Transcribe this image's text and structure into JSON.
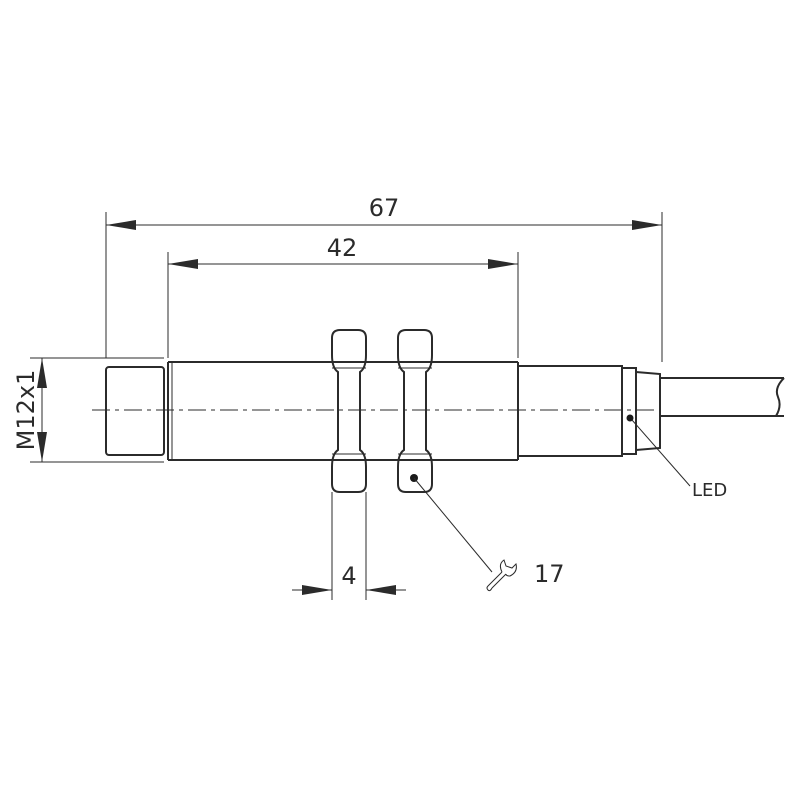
{
  "dimensions": {
    "overall_length": "67",
    "thread_length": "42",
    "nut_width": "4",
    "thread_size": "M12x1",
    "wrench_size": "17"
  },
  "labels": {
    "led": "LED"
  },
  "icons": {
    "wrench": "wrench-icon"
  }
}
